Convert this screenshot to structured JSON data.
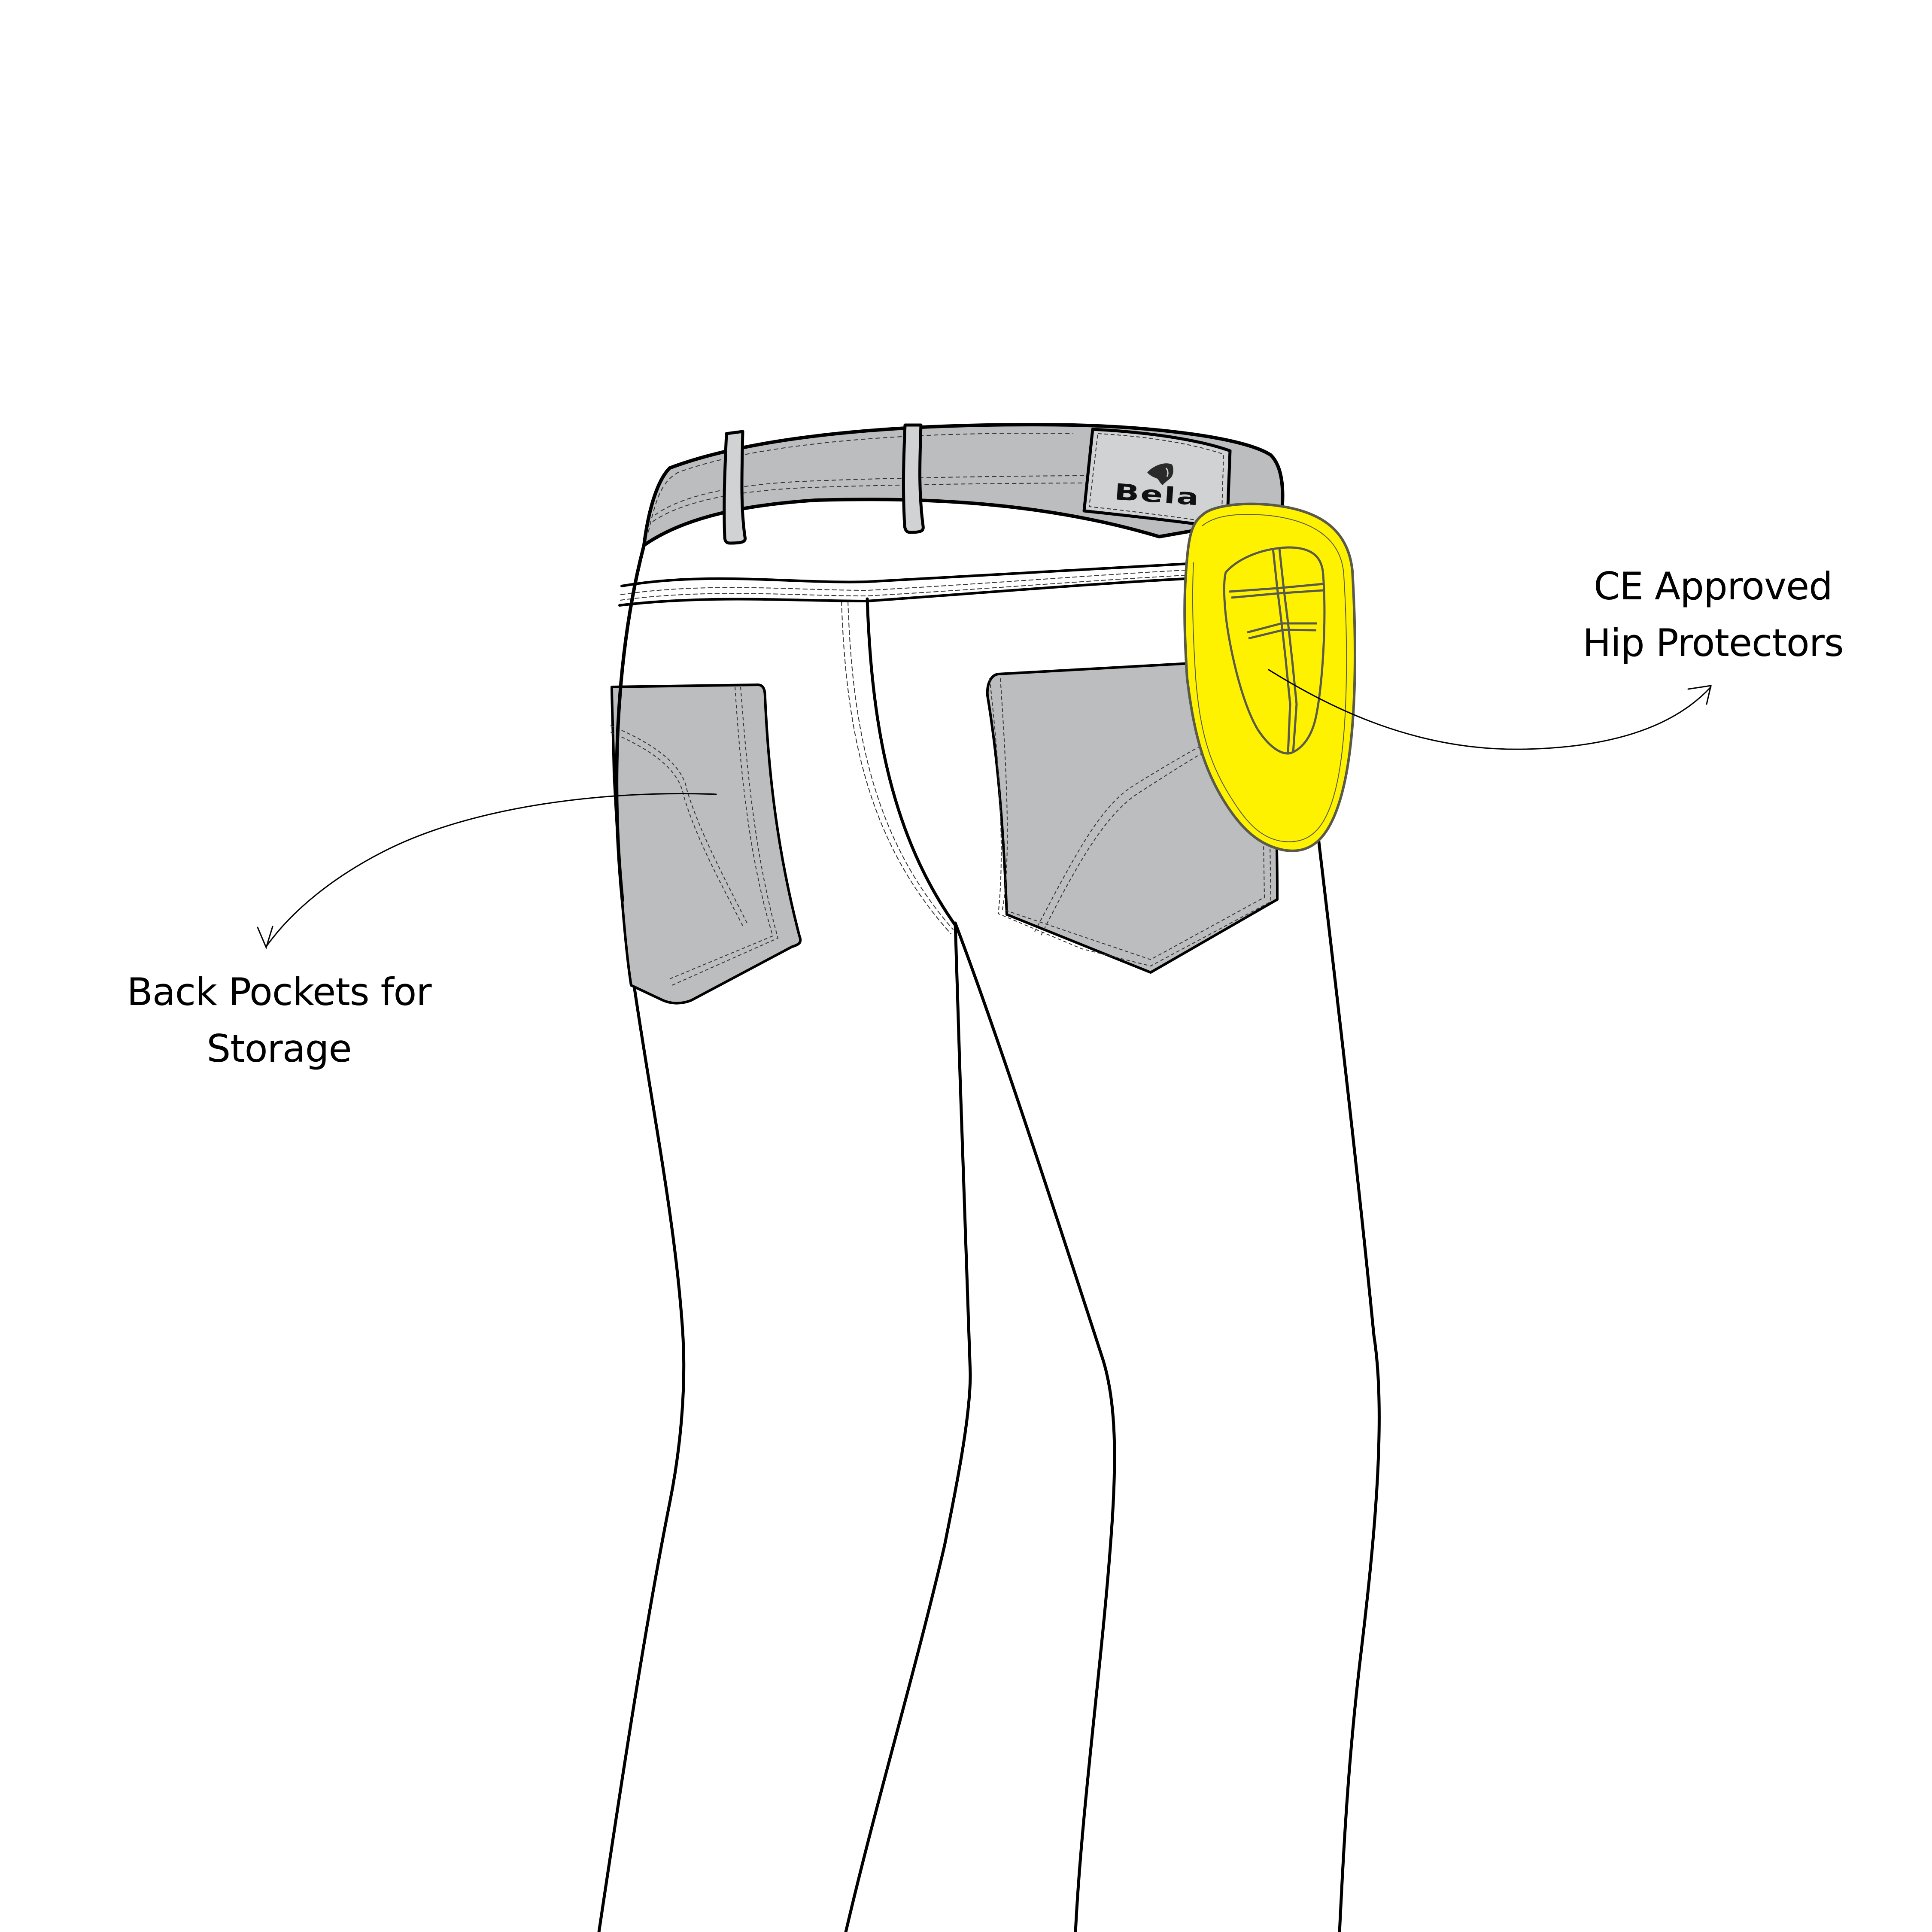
{
  "diagram": {
    "subject": "Motorcycle jeans, rear three-quarter view",
    "brand_logo": {
      "text": "Bela",
      "icon": "panther-head-icon"
    },
    "callouts": [
      {
        "id": "hip-protectors",
        "lines": [
          "CE Approved",
          "Hip Protectors"
        ],
        "points_to": "hip-protector"
      },
      {
        "id": "back-pockets",
        "lines": [
          "Back Pockets for",
          "Storage"
        ],
        "points_to": "left-back-pocket"
      }
    ]
  },
  "colors": {
    "background": "#ffffff",
    "outline": "#000000",
    "waistband": "#bcbdbf",
    "belt_loop": "#d1d2d4",
    "label_patch": "#d1d2d4",
    "pocket": "#bcbdbf",
    "hip_protector": "#fff200",
    "hip_protector_outline": "#5a5a4a"
  }
}
